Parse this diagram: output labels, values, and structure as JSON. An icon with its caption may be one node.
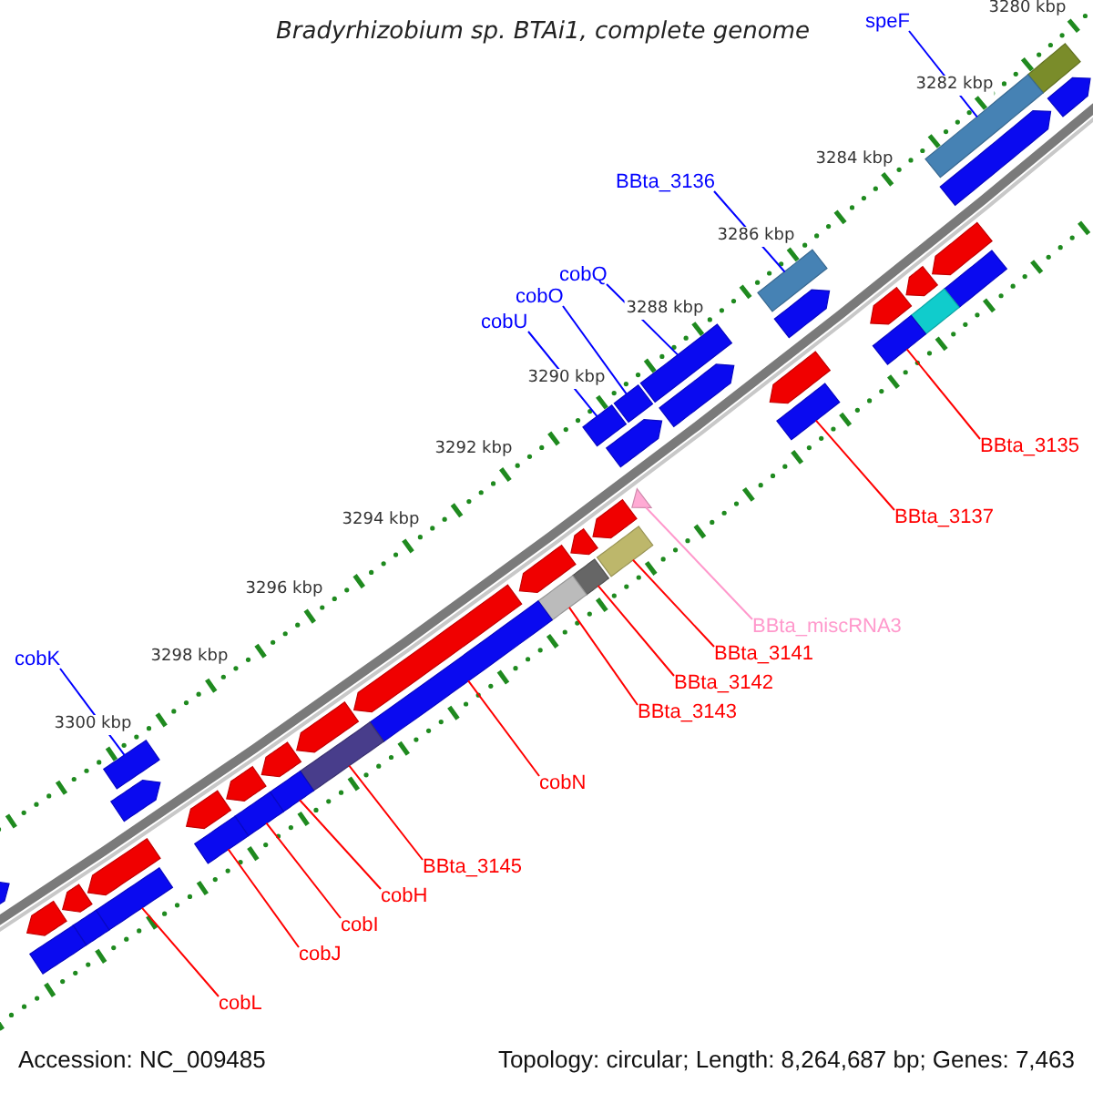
{
  "diagram": {
    "title": "Bradyrhizobium sp. BTAi1, complete genome",
    "nodes": [
      {
        "text": [
          "speF"
        ]
      },
      {
        "text": [
          "BBta_3136"
        ]
      },
      {
        "text": [
          "cobQ"
        ]
      },
      {
        "text": [
          "cobO"
        ]
      },
      {
        "text": [
          "cobU"
        ]
      },
      {
        "text": [
          "BBta_3135"
        ]
      },
      {
        "text": [
          "BBta_3137"
        ]
      },
      {
        "text": [
          "BBta_miscRNA3"
        ]
      },
      {
        "text": [
          "BBta_3141"
        ]
      },
      {
        "text": [
          "cobK"
        ]
      },
      {
        "text": [
          "BBta_3142"
        ]
      },
      {
        "text": [
          "BBta_3143"
        ]
      },
      {
        "text": [
          "cobN"
        ]
      },
      {
        "text": [
          "BBta_3145"
        ]
      },
      {
        "text": [
          "cobH"
        ]
      },
      {
        "text": [
          "cobI"
        ]
      },
      {
        "text": [
          "cobJ"
        ]
      },
      {
        "text": [
          "cobL"
        ]
      },
      {
        "text": [],
        "shape": "bar"
      },
      {
        "text": [],
        "shape": "pentagon"
      },
      {
        "text": [],
        "shape": "bar"
      },
      {
        "text": [],
        "shape": "pentagon"
      },
      {
        "text": [],
        "shape": "pentagon"
      },
      {
        "text": [],
        "shape": "bar"
      },
      {
        "text": [],
        "shape": "bar"
      },
      {
        "text": [],
        "shape": "pentagon"
      },
      {
        "text": [],
        "shape": "pentagon"
      },
      {
        "text": [],
        "shape": "bar"
      },
      {
        "text": [],
        "shape": "bar"
      },
      {
        "text": [],
        "shape": "pentagon"
      },
      {
        "text": [],
        "shape": "pentagon"
      },
      {
        "text": [],
        "shape": "bar"
      },
      {
        "text": [],
        "shape": "bar"
      },
      {
        "text": [],
        "shape": "pentagon"
      },
      {
        "text": [],
        "shape": "bar"
      },
      {
        "text": [],
        "shape": "pentagon"
      },
      {
        "text": [],
        "shape": "bar"
      },
      {
        "text": [],
        "shape": "triangle"
      },
      {
        "text": [],
        "shape": "pentagon"
      },
      {
        "text": [],
        "shape": "bar"
      },
      {
        "text": [],
        "shape": "pentagon"
      },
      {
        "text": [],
        "shape": "bar"
      },
      {
        "text": [],
        "shape": "pentagon"
      },
      {
        "text": [],
        "shape": "bar"
      },
      {
        "text": [],
        "shape": "bar"
      },
      {
        "text": [],
        "shape": "pentagon"
      },
      {
        "text": [],
        "shape": "bar"
      },
      {
        "text": [],
        "shape": "pentagon"
      },
      {
        "text": [],
        "shape": "pentagon"
      },
      {
        "text": [],
        "shape": "bar"
      },
      {
        "text": [],
        "shape": "pentagon"
      },
      {
        "text": [],
        "shape": "bar"
      },
      {
        "text": [],
        "shape": "pentagon"
      },
      {
        "text": [],
        "shape": "bar"
      },
      {
        "text": [],
        "shape": "bar"
      },
      {
        "text": [],
        "shape": "pentagon"
      },
      {
        "text": [],
        "shape": "pentagon"
      },
      {
        "text": [],
        "shape": "bar"
      },
      {
        "text": [],
        "shape": "pentagon"
      },
      {
        "text": [],
        "shape": "bar"
      },
      {
        "text": [],
        "shape": "bar"
      },
      {
        "text": [],
        "shape": "pentagon"
      },
      {
        "text": [],
        "shape": "pentagon"
      }
    ],
    "edges": [
      {
        "from": 0,
        "to": 20,
        "arrow": "none",
        "color": "#0000ff"
      },
      {
        "from": 1,
        "to": 28,
        "arrow": "none",
        "color": "#0000ff"
      },
      {
        "from": 2,
        "to": 32,
        "arrow": "none",
        "color": "#0000ff"
      },
      {
        "from": 3,
        "to": 34,
        "arrow": "none",
        "color": "#0000ff"
      },
      {
        "from": 4,
        "to": 36,
        "arrow": "none",
        "color": "#0000ff"
      },
      {
        "from": 5,
        "to": 27,
        "arrow": "none"
      },
      {
        "from": 6,
        "to": 31,
        "arrow": "none"
      },
      {
        "from": 7,
        "to": 37,
        "arrow": "none",
        "color": "#ff99cc"
      },
      {
        "from": 8,
        "to": 39,
        "arrow": "none"
      },
      {
        "from": 9,
        "to": 54,
        "arrow": "none",
        "color": "#0000ff"
      },
      {
        "from": 10,
        "to": 41,
        "arrow": "none"
      },
      {
        "from": 11,
        "to": 43,
        "arrow": "none"
      },
      {
        "from": 12,
        "to": 44,
        "arrow": "none"
      },
      {
        "from": 13,
        "to": 46,
        "arrow": "none"
      },
      {
        "from": 14,
        "to": 49,
        "arrow": "none"
      },
      {
        "from": 15,
        "to": 51,
        "arrow": "none"
      },
      {
        "from": 16,
        "to": 53,
        "arrow": "none"
      },
      {
        "from": 17,
        "to": 57,
        "arrow": "none"
      }
    ],
    "labels": [
      "3280 kbp",
      "3282 kbp",
      "3284 kbp",
      "3286 kbp",
      "3288 kbp",
      "3290 kbp",
      "3292 kbp",
      "3294 kbp",
      "3296 kbp",
      "3298 kbp",
      "3300 kbp",
      "Accession: NC_009485",
      "Topology: circular; Length: 8,264,687 bp; Genes: 7,463"
    ]
  }
}
